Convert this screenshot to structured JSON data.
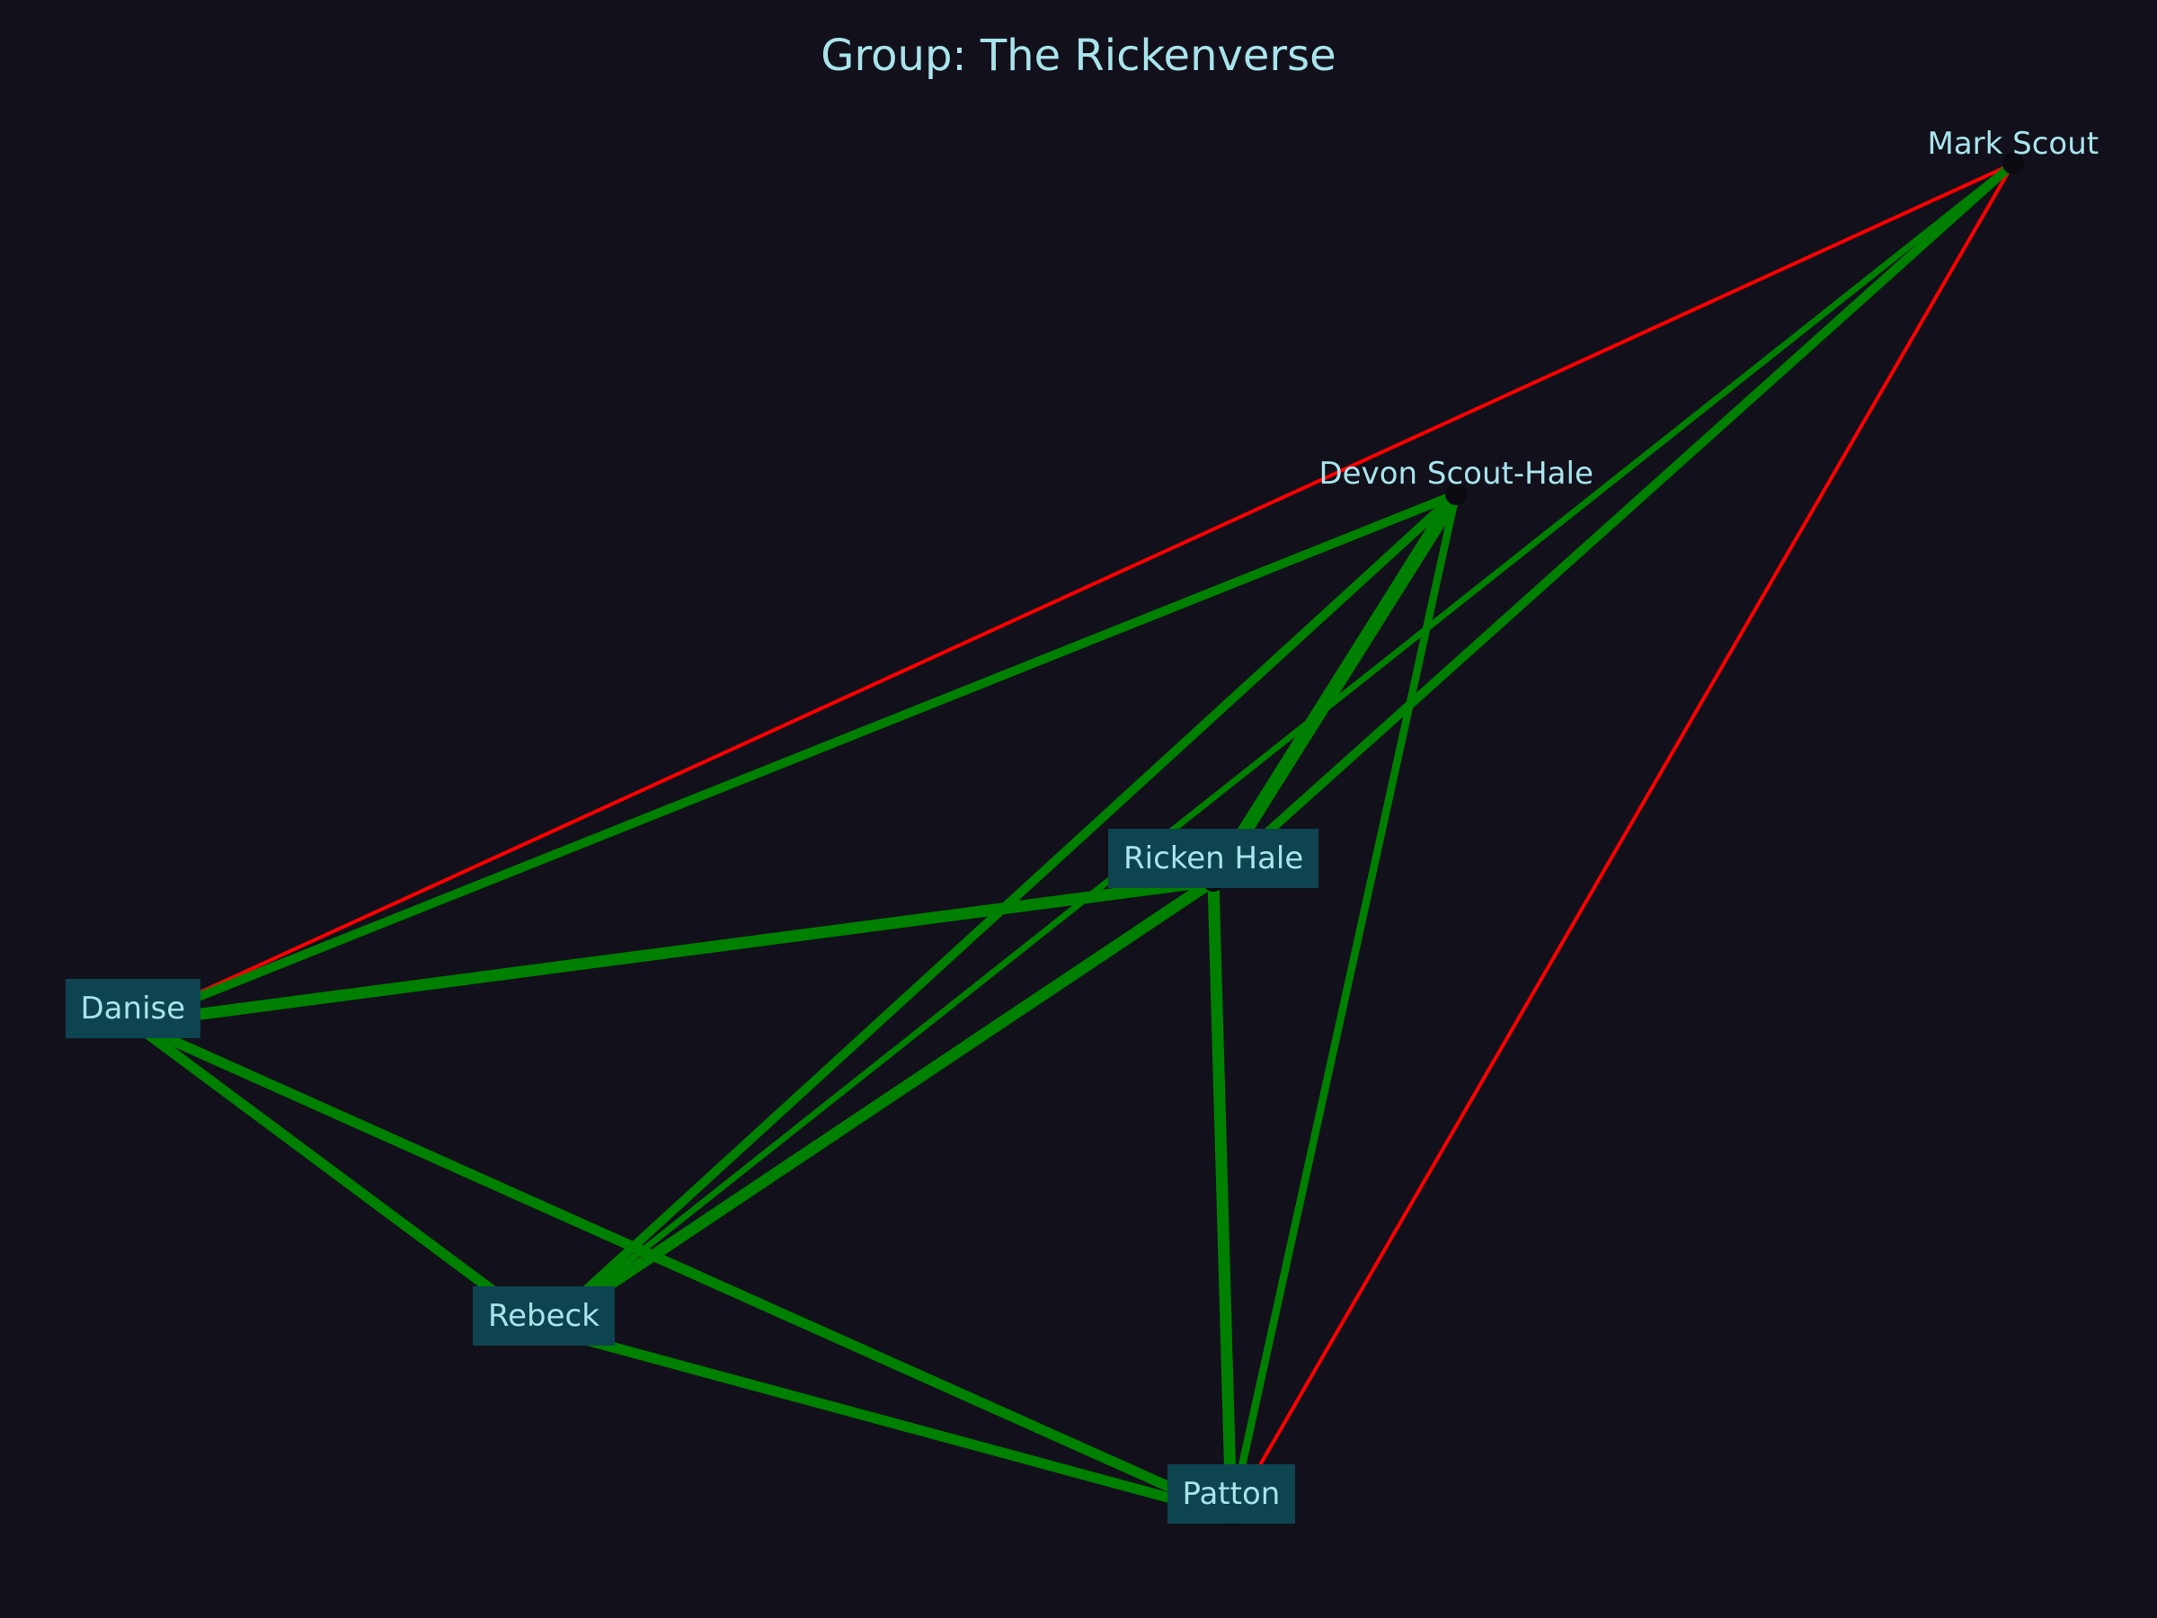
{
  "title": "Group: The Rickenverse",
  "colors": {
    "background": "#12111b",
    "text": "#a9e4ec",
    "label_box": "#0e4450",
    "positive": "#008000",
    "negative": "#ff0000"
  },
  "nodes": [
    {
      "id": "mark",
      "label": "Mark Scout",
      "boxed": false
    },
    {
      "id": "devon",
      "label": "Devon Scout-Hale",
      "boxed": false
    },
    {
      "id": "ricken",
      "label": "Ricken Hale",
      "boxed": true
    },
    {
      "id": "danise",
      "label": "Danise",
      "boxed": true
    },
    {
      "id": "rebeck",
      "label": "Rebeck",
      "boxed": true
    },
    {
      "id": "patton",
      "label": "Patton",
      "boxed": true
    }
  ],
  "edges": [
    {
      "source": "mark",
      "target": "danise",
      "sign": "negative",
      "weight": 1
    },
    {
      "source": "mark",
      "target": "patton",
      "sign": "negative",
      "weight": 1
    },
    {
      "source": "mark",
      "target": "rebeck",
      "sign": "positive",
      "weight": 1
    },
    {
      "source": "mark",
      "target": "ricken",
      "sign": "positive",
      "weight": 2
    },
    {
      "source": "devon",
      "target": "danise",
      "sign": "positive",
      "weight": 2
    },
    {
      "source": "devon",
      "target": "rebeck",
      "sign": "positive",
      "weight": 2
    },
    {
      "source": "devon",
      "target": "ricken",
      "sign": "positive",
      "weight": 4
    },
    {
      "source": "devon",
      "target": "patton",
      "sign": "positive",
      "weight": 1.5
    },
    {
      "source": "ricken",
      "target": "danise",
      "sign": "positive",
      "weight": 3
    },
    {
      "source": "ricken",
      "target": "rebeck",
      "sign": "positive",
      "weight": 3
    },
    {
      "source": "ricken",
      "target": "patton",
      "sign": "positive",
      "weight": 3
    },
    {
      "source": "danise",
      "target": "rebeck",
      "sign": "positive",
      "weight": 2.5
    },
    {
      "source": "danise",
      "target": "patton",
      "sign": "positive",
      "weight": 2.5
    },
    {
      "source": "rebeck",
      "target": "patton",
      "sign": "positive",
      "weight": 2.5
    }
  ]
}
